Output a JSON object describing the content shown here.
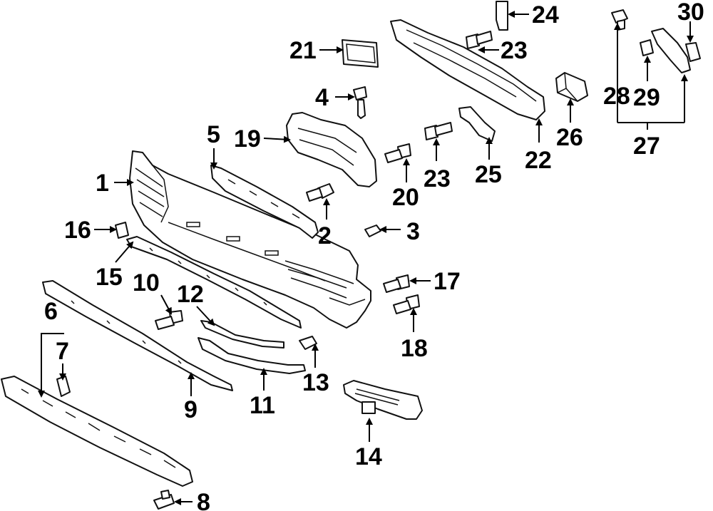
{
  "callouts": {
    "c1": "1",
    "c2": "2",
    "c3": "3",
    "c4": "4",
    "c5": "5",
    "c6": "6",
    "c7": "7",
    "c8": "8",
    "c9": "9",
    "c10": "10",
    "c11": "11",
    "c12": "12",
    "c13": "13",
    "c14": "14",
    "c15": "15",
    "c16": "16",
    "c17": "17",
    "c18": "18",
    "c19": "19",
    "c20": "20",
    "c21": "21",
    "c22": "22",
    "c23a": "23",
    "c23b": "23",
    "c24": "24",
    "c25": "25",
    "c26": "26",
    "c27": "27",
    "c28": "28",
    "c29": "29",
    "c30": "30"
  }
}
